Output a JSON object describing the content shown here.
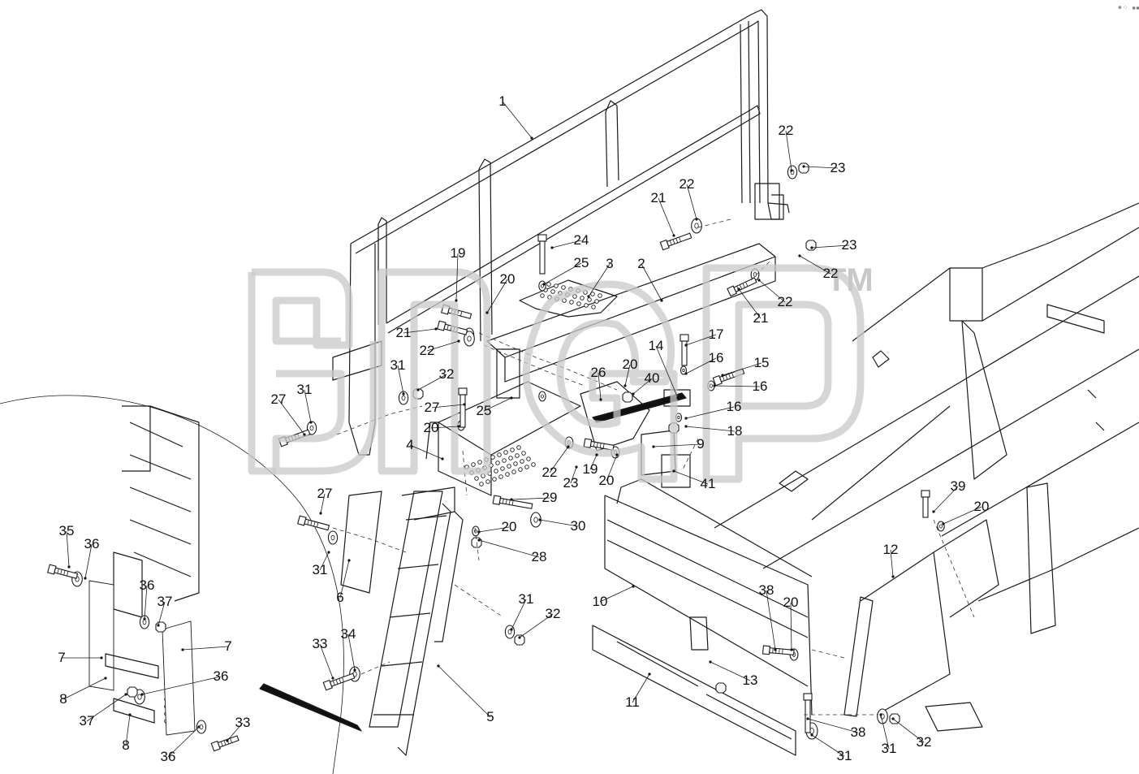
{
  "corner_mark": "⁕⁘ ▪▪▪",
  "watermark": {
    "trademark": "TM"
  },
  "callouts": [
    {
      "text": "1"
    },
    {
      "text": "2"
    },
    {
      "text": "3"
    },
    {
      "text": "4"
    },
    {
      "text": "5"
    },
    {
      "text": "6"
    },
    {
      "text": "7"
    },
    {
      "text": "7"
    },
    {
      "text": "8"
    },
    {
      "text": "8"
    },
    {
      "text": "9"
    },
    {
      "text": "10"
    },
    {
      "text": "11"
    },
    {
      "text": "12"
    },
    {
      "text": "13"
    },
    {
      "text": "14"
    },
    {
      "text": "15"
    },
    {
      "text": "16"
    },
    {
      "text": "16"
    },
    {
      "text": "16"
    },
    {
      "text": "17"
    },
    {
      "text": "18"
    },
    {
      "text": "19"
    },
    {
      "text": "19"
    },
    {
      "text": "20"
    },
    {
      "text": "20"
    },
    {
      "text": "20"
    },
    {
      "text": "20"
    },
    {
      "text": "20"
    },
    {
      "text": "20"
    },
    {
      "text": "20"
    },
    {
      "text": "21"
    },
    {
      "text": "21"
    },
    {
      "text": "21"
    },
    {
      "text": "22"
    },
    {
      "text": "22"
    },
    {
      "text": "22"
    },
    {
      "text": "22"
    },
    {
      "text": "22"
    },
    {
      "text": "22"
    },
    {
      "text": "23"
    },
    {
      "text": "23"
    },
    {
      "text": "23"
    },
    {
      "text": "24"
    },
    {
      "text": "25"
    },
    {
      "text": "25"
    },
    {
      "text": "26"
    },
    {
      "text": "27"
    },
    {
      "text": "27"
    },
    {
      "text": "27"
    },
    {
      "text": "28"
    },
    {
      "text": "29"
    },
    {
      "text": "30"
    },
    {
      "text": "31"
    },
    {
      "text": "31"
    },
    {
      "text": "31"
    },
    {
      "text": "31"
    },
    {
      "text": "31"
    },
    {
      "text": "31"
    },
    {
      "text": "32"
    },
    {
      "text": "32"
    },
    {
      "text": "32"
    },
    {
      "text": "33"
    },
    {
      "text": "33"
    },
    {
      "text": "34"
    },
    {
      "text": "35"
    },
    {
      "text": "36"
    },
    {
      "text": "36"
    },
    {
      "text": "36"
    },
    {
      "text": "36"
    },
    {
      "text": "37"
    },
    {
      "text": "37"
    },
    {
      "text": "38"
    },
    {
      "text": "38"
    },
    {
      "text": "39"
    },
    {
      "text": "40"
    },
    {
      "text": "41"
    }
  ]
}
